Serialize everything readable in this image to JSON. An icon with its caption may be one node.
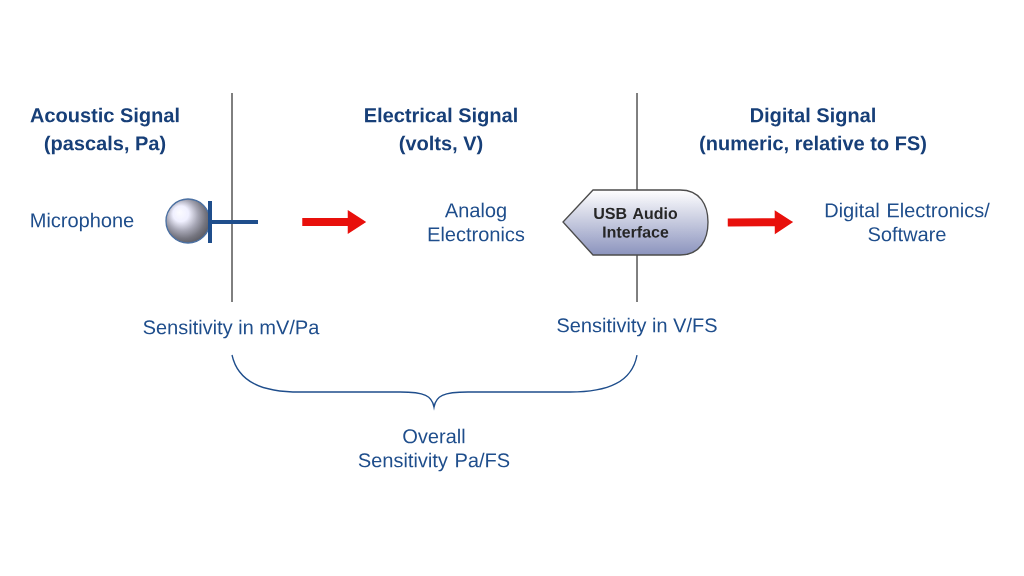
{
  "diagram": {
    "nodes": [
      {
        "text": [
          "Microphone"
        ]
      },
      {
        "text": [],
        "shape": "picture"
      },
      {
        "text": [
          "Analog Electronics"
        ]
      },
      {
        "text": [
          "USB Audio Interface"
        ]
      },
      {
        "text": [
          "Digital Electronics/ Software"
        ]
      }
    ],
    "edges": [
      {
        "from": 1,
        "to": 2,
        "arrow": "to"
      },
      {
        "from": 3,
        "to": 4,
        "arrow": "to"
      }
    ],
    "labels": [
      "Acoustic Signal",
      "(pascals, Pa)",
      "Electrical Signal",
      "(volts, V)",
      "Digital Signal",
      "(numeric, relative to FS)",
      "Sensitivity in mV/Pa",
      "Sensitivity in V/FS",
      "Overall Sensitivity Pa/FS"
    ]
  }
}
